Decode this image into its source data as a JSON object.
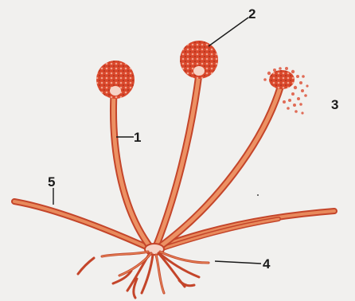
{
  "colors": {
    "background": "#f1f0ee",
    "hypha_fill": "#e07a4c",
    "hypha_outline": "#c4452a",
    "sporangium": "#d9472b",
    "spore": "#e06b56",
    "columella": "#f6d3c6",
    "leader_line": "#1a1a1a",
    "label_text": "#1a1a1a"
  },
  "labels": [
    {
      "id": "1",
      "text": "1"
    },
    {
      "id": "2",
      "text": "2"
    },
    {
      "id": "3",
      "text": "3"
    },
    {
      "id": "4",
      "text": "4"
    },
    {
      "id": "5",
      "text": "5"
    }
  ]
}
